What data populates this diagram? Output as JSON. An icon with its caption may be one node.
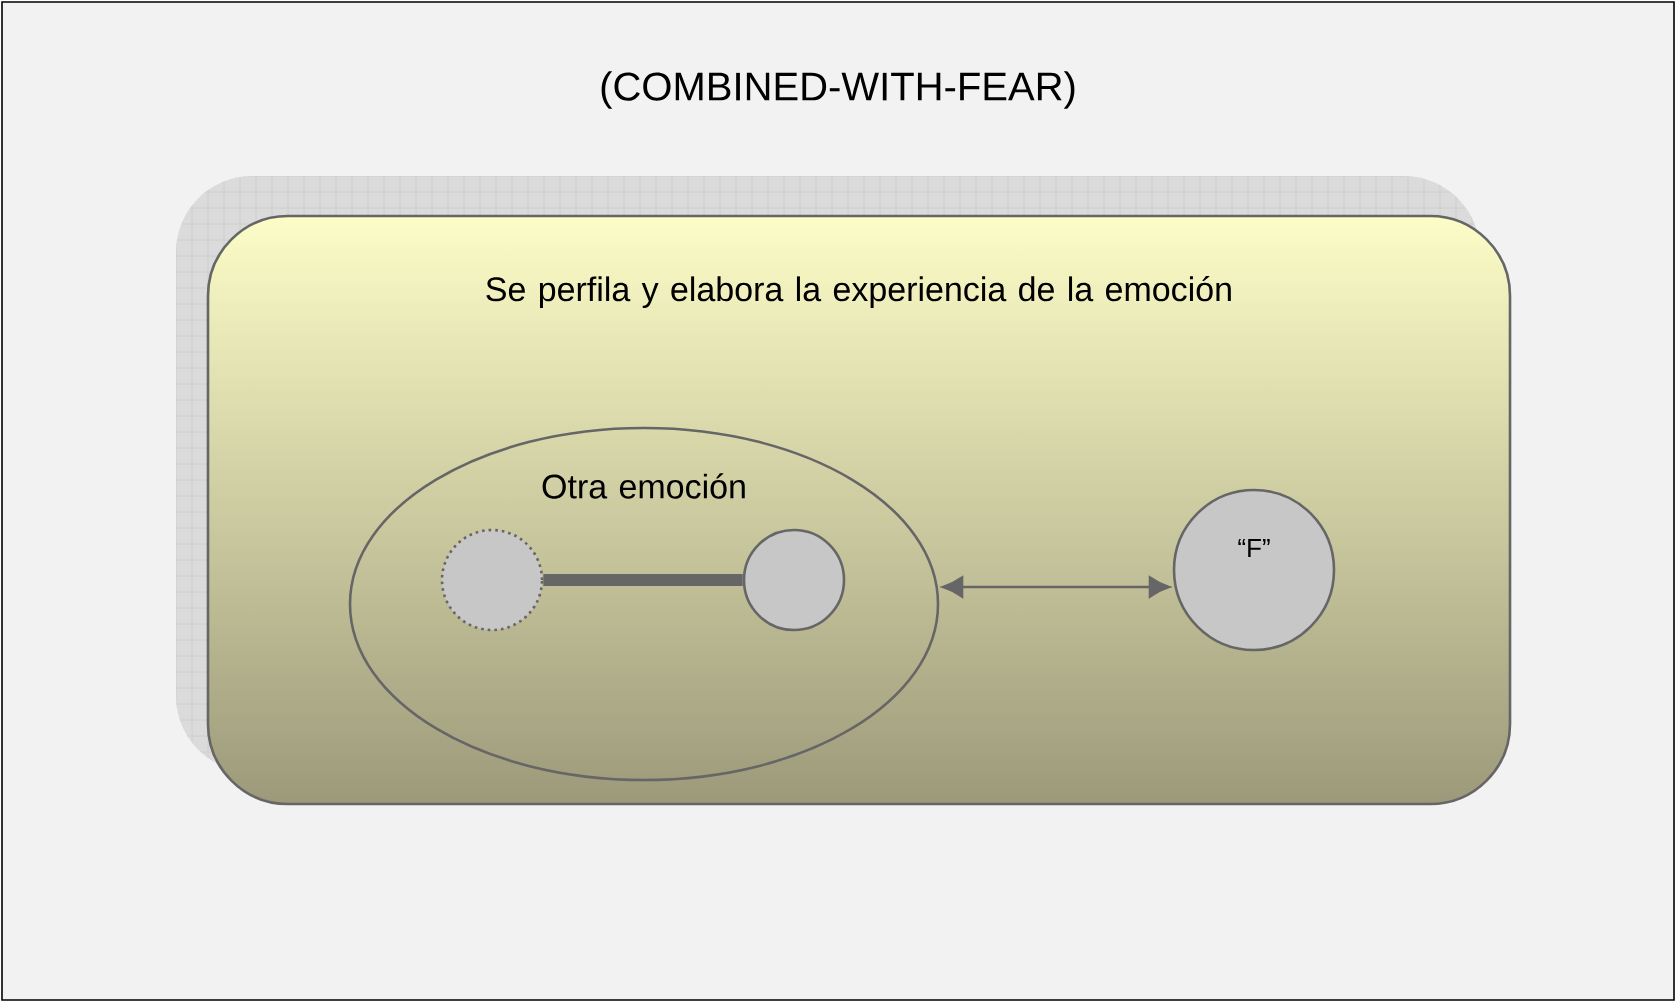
{
  "diagram": {
    "title": "(COMBINED-WITH-FEAR)",
    "nodes": [
      {
        "text": [
          "Se perfila y elabora la experiencia de la emoción"
        ]
      },
      {
        "text": [
          "Otra emoción"
        ],
        "in": 0
      },
      {
        "text": [],
        "shape": "circle",
        "in": 1
      },
      {
        "text": [],
        "shape": "circle",
        "in": 1
      },
      {
        "text": [
          "“F”"
        ],
        "in": 0
      }
    ],
    "edges": [
      {
        "from": 2,
        "to": 3,
        "arrow": "none",
        "style": "thick"
      },
      {
        "from": 1,
        "to": 4,
        "arrow": "both"
      }
    ]
  }
}
